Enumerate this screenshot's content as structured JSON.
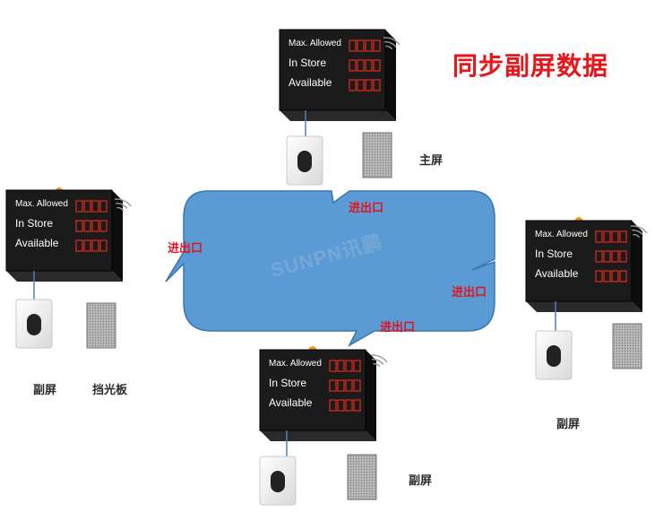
{
  "title": "同步副屏数据",
  "watermark": "SUNPN讯鹏",
  "gate_label": "进出口",
  "sign_lines": {
    "max_allowed": "Max. Allowed",
    "in_store": "In Store",
    "available": "Available"
  },
  "stations": [
    {
      "id": "top",
      "role": "主屏",
      "role_visible": true,
      "blocker_label": ""
    },
    {
      "id": "left",
      "role": "副屏",
      "role_visible": true,
      "blocker_label": "挡光板"
    },
    {
      "id": "right",
      "role": "副屏",
      "role_visible": true,
      "blocker_label": ""
    },
    {
      "id": "bottom",
      "role": "副屏",
      "role_visible": true,
      "blocker_label": ""
    }
  ],
  "colors": {
    "title": "#e8151b",
    "lot_fill": "#5b9bd5",
    "lot_stroke": "#3a76b0",
    "sign_body": "#1b1b1b",
    "digit": "#d22a1c",
    "gate_label": "#e3141b",
    "beacon": "#f39a1b"
  },
  "icons": {
    "beacon": "warning-beacon-icon",
    "wireless": "wireless-signal-icon",
    "detector": "vehicle-detector-icon",
    "blocker": "light-blocker-panel-icon"
  }
}
